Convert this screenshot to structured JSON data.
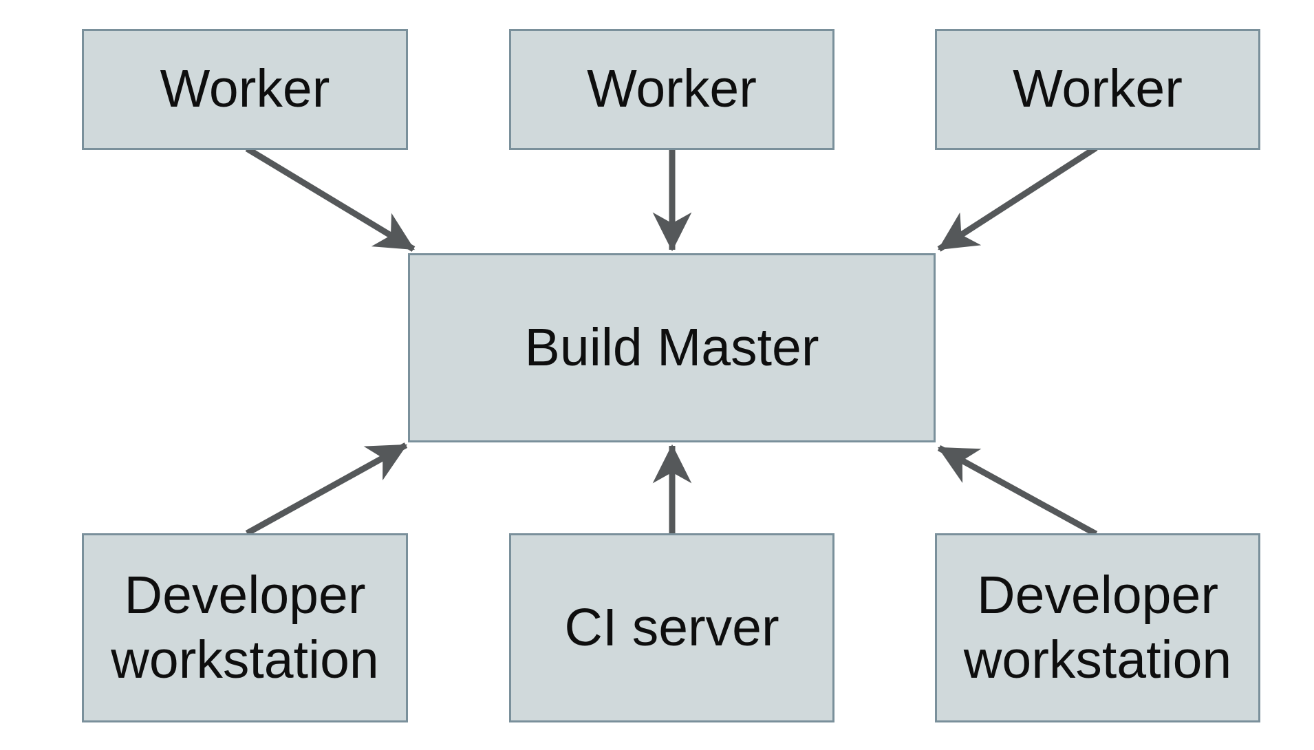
{
  "diagram": {
    "title": "",
    "colors": {
      "bg": "#ffffff",
      "node-fill": "#d0d9db",
      "node-border": "#7a909b",
      "arrow": "#55585a",
      "text": "#0e0e0e"
    },
    "nodes": [
      {
        "id": "worker-1",
        "label": "Worker"
      },
      {
        "id": "worker-2",
        "label": "Worker"
      },
      {
        "id": "worker-3",
        "label": "Worker"
      },
      {
        "id": "build-master",
        "label": "Build Master"
      },
      {
        "id": "developer-workstation-1",
        "label": "Developer\nworkstation"
      },
      {
        "id": "ci-server",
        "label": "CI server"
      },
      {
        "id": "developer-workstation-2",
        "label": "Developer\nworkstation"
      }
    ],
    "edges": [
      {
        "from": "worker-1",
        "to": "build-master"
      },
      {
        "from": "worker-2",
        "to": "build-master"
      },
      {
        "from": "worker-3",
        "to": "build-master"
      },
      {
        "from": "developer-workstation-1",
        "to": "build-master"
      },
      {
        "from": "ci-server",
        "to": "build-master"
      },
      {
        "from": "developer-workstation-2",
        "to": "build-master"
      }
    ]
  }
}
